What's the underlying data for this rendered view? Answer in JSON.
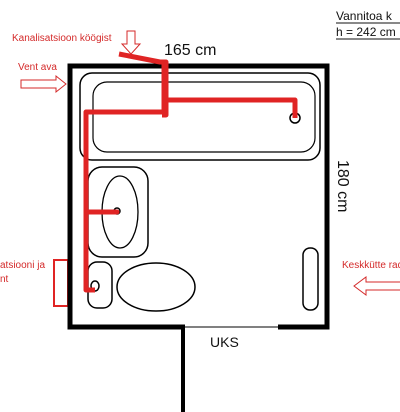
{
  "title": {
    "line1": "Vannitoa k",
    "line2": "h = 242 cm"
  },
  "dimensions": {
    "width": "165 cm",
    "depth": "180 cm"
  },
  "labels": {
    "kitchen_sewer": "Kanalisatsioon köögist",
    "vent_in": "Vent ava",
    "sewer_vent_left_line1": "atsiooni ja",
    "sewer_vent_left_line2": "nt",
    "central_heating": "Keskkütte rad",
    "door": "UKS"
  },
  "colors": {
    "pipe": "#e02424",
    "annotation": "#d42a2a",
    "wall": "#000000"
  }
}
